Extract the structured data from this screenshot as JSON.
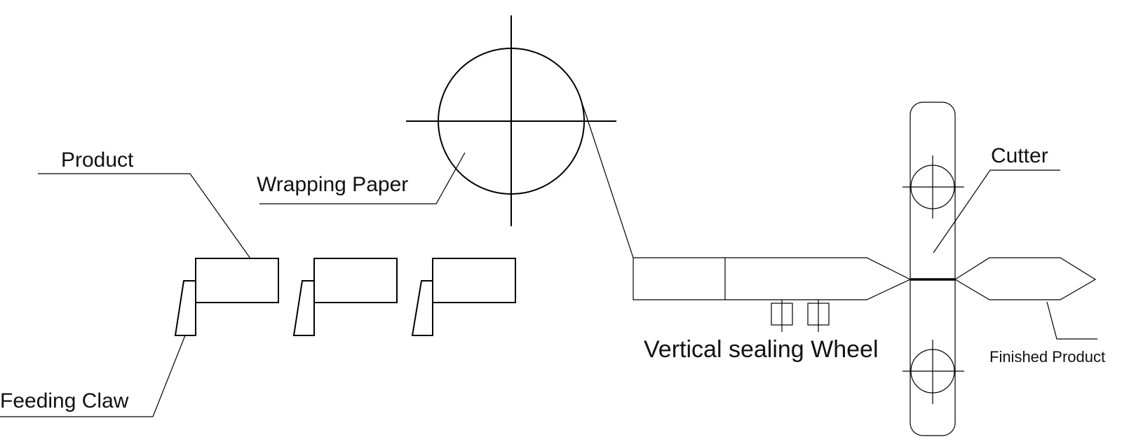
{
  "labels": {
    "product": "Product",
    "wrapping_paper": "Wrapping Paper",
    "cutter": "Cutter",
    "vertical_sealing_wheel": "Vertical sealing Wheel",
    "finished_product": "Finished Product",
    "feeding_claw": "Feeding Claw"
  }
}
